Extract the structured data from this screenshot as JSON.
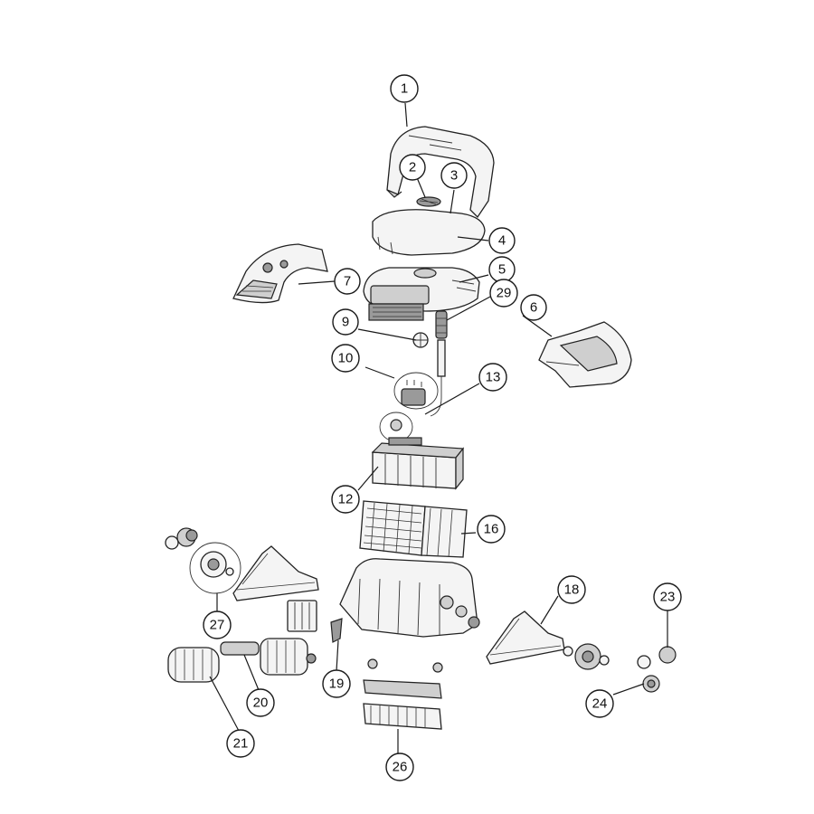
{
  "diagram": {
    "callouts": [
      {
        "id": "c1",
        "label": "1"
      },
      {
        "id": "c2",
        "label": "2"
      },
      {
        "id": "c3",
        "label": "3"
      },
      {
        "id": "c4",
        "label": "4"
      },
      {
        "id": "c5",
        "label": "5"
      },
      {
        "id": "c6",
        "label": "6"
      },
      {
        "id": "c7",
        "label": "7"
      },
      {
        "id": "c9",
        "label": "9"
      },
      {
        "id": "c10",
        "label": "10"
      },
      {
        "id": "c12",
        "label": "12"
      },
      {
        "id": "c13",
        "label": "13"
      },
      {
        "id": "c16",
        "label": "16"
      },
      {
        "id": "c18",
        "label": "18"
      },
      {
        "id": "c19",
        "label": "19"
      },
      {
        "id": "c20",
        "label": "20"
      },
      {
        "id": "c21",
        "label": "21"
      },
      {
        "id": "c23",
        "label": "23"
      },
      {
        "id": "c24",
        "label": "24"
      },
      {
        "id": "c26",
        "label": "26"
      },
      {
        "id": "c27",
        "label": "27"
      },
      {
        "id": "c29",
        "label": "29"
      }
    ]
  },
  "colors": {
    "line": "#1a1a1a",
    "background": "#ffffff",
    "fill_light": "#f4f4f4",
    "fill_dark": "#9a9a9a"
  }
}
